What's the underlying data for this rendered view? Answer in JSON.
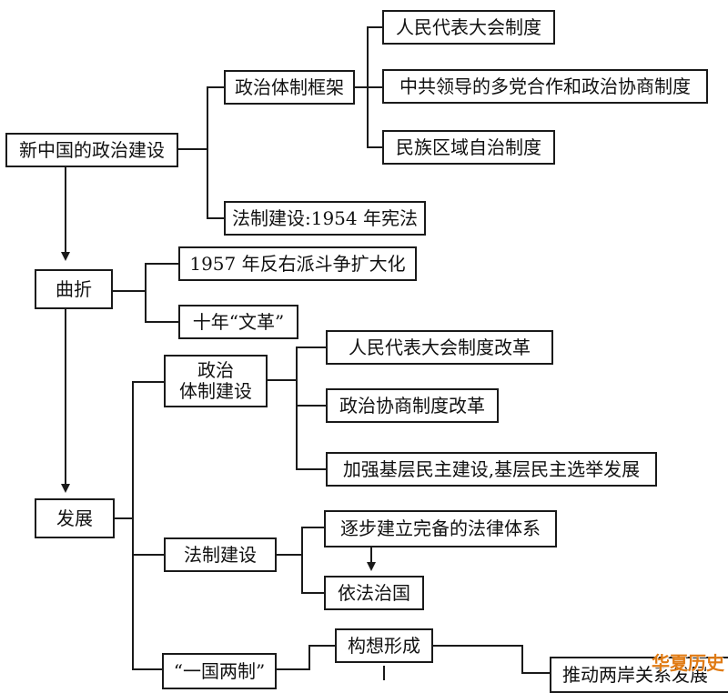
{
  "diagram": {
    "root": "新中国的政治建设",
    "framework": {
      "label": "政治体制框架",
      "items": [
        "人民代表大会制度",
        "中共领导的多党合作和政治协商制度",
        "民族区域自治制度"
      ]
    },
    "law_1954": "法制建设:1954 年宪法",
    "twists": {
      "label": "曲折",
      "items": [
        "1957 年反右派斗争扩大化",
        "十年“文革”"
      ]
    },
    "development": {
      "label": "发展",
      "political": {
        "label": "政治\n体制建设",
        "items": [
          "人民代表大会制度改革",
          "政治协商制度改革",
          "加强基层民主建设,基层民主选举发展"
        ]
      },
      "legal": {
        "label": "法制建设",
        "items": [
          "逐步建立完备的法律体系",
          "依法治国"
        ]
      },
      "one_country": {
        "label": "“一国两制”",
        "items": [
          "构想形成",
          "推动两岸关系发展"
        ]
      }
    },
    "watermark": "华夏历史"
  },
  "colors": {
    "line": "#1a1a1a",
    "watermark": "#e07b14"
  }
}
